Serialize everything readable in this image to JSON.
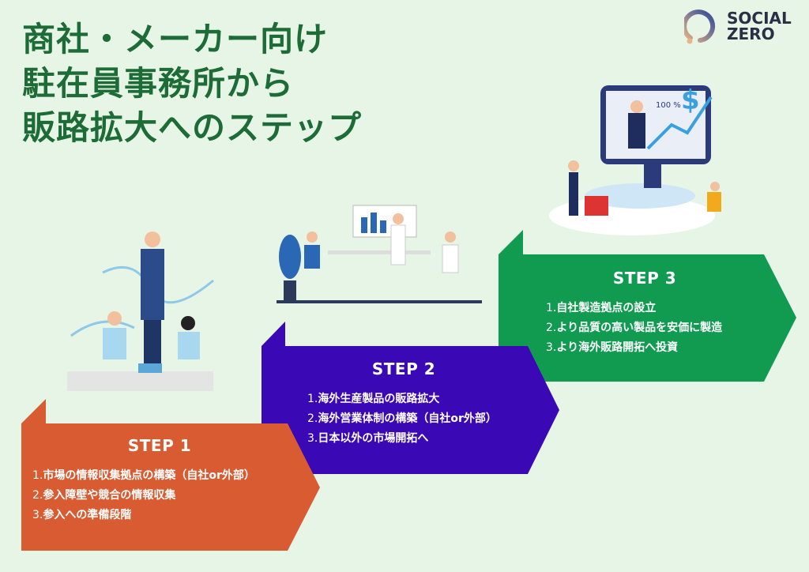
{
  "title": {
    "lines": [
      "商社・メーカー向け",
      "駐在員事務所から",
      "販路拡大へのステップ"
    ]
  },
  "logo": {
    "line1": "SOCIAL",
    "line2": "ZERO"
  },
  "colors": {
    "background": "#e6f5e6",
    "title": "#1d6b36",
    "step1": "#d95b31",
    "step2": "#3a08b4",
    "step3": "#119b51"
  },
  "steps": [
    {
      "label": "STEP 1",
      "items": [
        {
          "num": "1.",
          "text": "市場の情報収集拠点の構築（自社or外部）"
        },
        {
          "num": "2.",
          "text": "参入障壁や競合の情報収集"
        },
        {
          "num": "3.",
          "text": "参入への準備段階"
        }
      ]
    },
    {
      "label": "STEP 2",
      "items": [
        {
          "num": "1.",
          "text": "海外生産製品の販路拡大"
        },
        {
          "num": "2.",
          "text": "海外営業体制の構築（自社or外部）"
        },
        {
          "num": "3.",
          "text": "日本以外の市場開拓へ"
        }
      ]
    },
    {
      "label": "STEP 3",
      "items": [
        {
          "num": "1.",
          "text": "自社製造拠点の設立"
        },
        {
          "num": "2.",
          "text": "より品質の高い製品を安価に製造"
        },
        {
          "num": "3.",
          "text": "より海外販路開拓へ投資"
        }
      ]
    }
  ],
  "illustration": {
    "monitor_percent": "100 %"
  }
}
